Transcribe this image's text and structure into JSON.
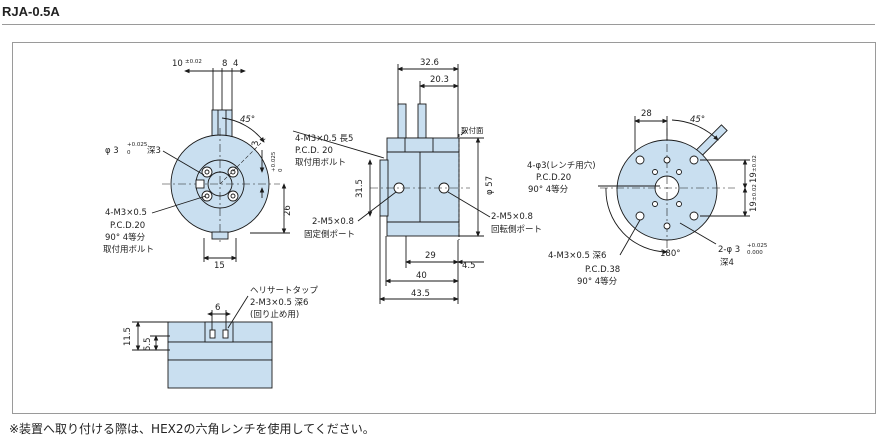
{
  "page": {
    "title": "RJA-0.5A",
    "footnote": "※装置へ取り付ける際は、HEX2の六角レンチを使用してください。"
  },
  "colors": {
    "part_fill": "#c9dff0",
    "line": "#1a1a1a",
    "frame": "#9a9a9a"
  },
  "front_view": {
    "dim_10": "10",
    "dim_10_tol": "±0.02",
    "dim_8": "8",
    "dim_4": "4",
    "angle_45": "45°",
    "phi3": "φ 3",
    "phi3_tol_upper": "+0.025",
    "phi3_tol_lower": "0",
    "phi3_depth": "深3",
    "dim_3": "3",
    "dim_3_tol_upper": "+0.025",
    "dim_3_tol_lower": "0",
    "screw": "4-M3×0.5",
    "pcd": "P.C.D.20",
    "equal4": "90° 4等分",
    "bolt": "取付用ボルト",
    "dim_26": "26",
    "dim_15": "15"
  },
  "side_view": {
    "dim_32_6": "32.6",
    "dim_20_3": "20.3",
    "mount_face": "取付面",
    "screw_top": "4-M3×0.5 長5",
    "pcd": "P.C.D. 20",
    "bolt": "取付用ボルト",
    "dim_31_5": "31.5",
    "phi57": "φ 57",
    "port_left_spec": "2-M5×0.8",
    "port_left_name": "固定側ポート",
    "port_right_spec": "2-M5×0.8",
    "port_right_name": "回転側ポート",
    "dim_29": "29",
    "dim_4_5": "4.5",
    "dim_40": "40",
    "dim_43_5": "43.5"
  },
  "rear_view": {
    "dim_28": "28",
    "angle_45": "45°",
    "phi3_holes": "4-φ3(レンチ用穴)",
    "pcd20": "P.C.D.20",
    "equal4": "90° 4等分",
    "dim_19a": "19",
    "dim_19a_tol": "±0.02",
    "dim_19b": "19",
    "dim_19b_tol": "±0.02",
    "dowel": "2-φ 3",
    "dowel_tol_upper": "+0.025",
    "dowel_tol_lower": "0.000",
    "dowel_depth": "深4",
    "angle_180": "180°",
    "screw": "4-M3×0.5 深6",
    "pcd38": "P.C.D.38",
    "equal4b": "90° 4等分"
  },
  "bottom_view": {
    "helisert": "ヘリサートタップ",
    "screw": "2-M3×0.5 深6",
    "note": "(回り止め用)",
    "dim_6": "6",
    "dim_11_5": "11.5",
    "dim_5_5": "5.5"
  }
}
